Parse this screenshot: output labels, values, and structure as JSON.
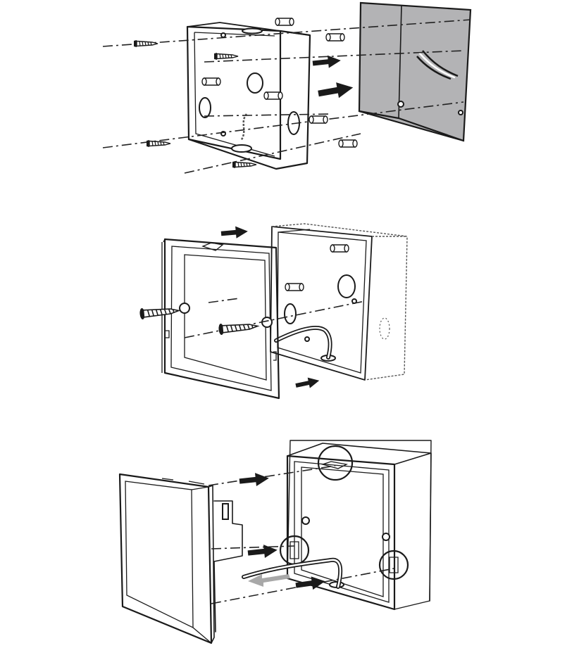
{
  "figure": {
    "steps": [
      "step-1",
      "step-2",
      "step-3"
    ],
    "colors": {
      "line": "#1a1a1a",
      "wall_fill": "#b3b3b5",
      "background": "#ffffff",
      "arrow": "#1a1a1a",
      "remove_arrow": "#a8a8a8"
    },
    "icons": [
      "screw-icon",
      "wall-plug-icon",
      "push-arrow-icon",
      "cable-icon",
      "detail-circle-icon"
    ]
  }
}
